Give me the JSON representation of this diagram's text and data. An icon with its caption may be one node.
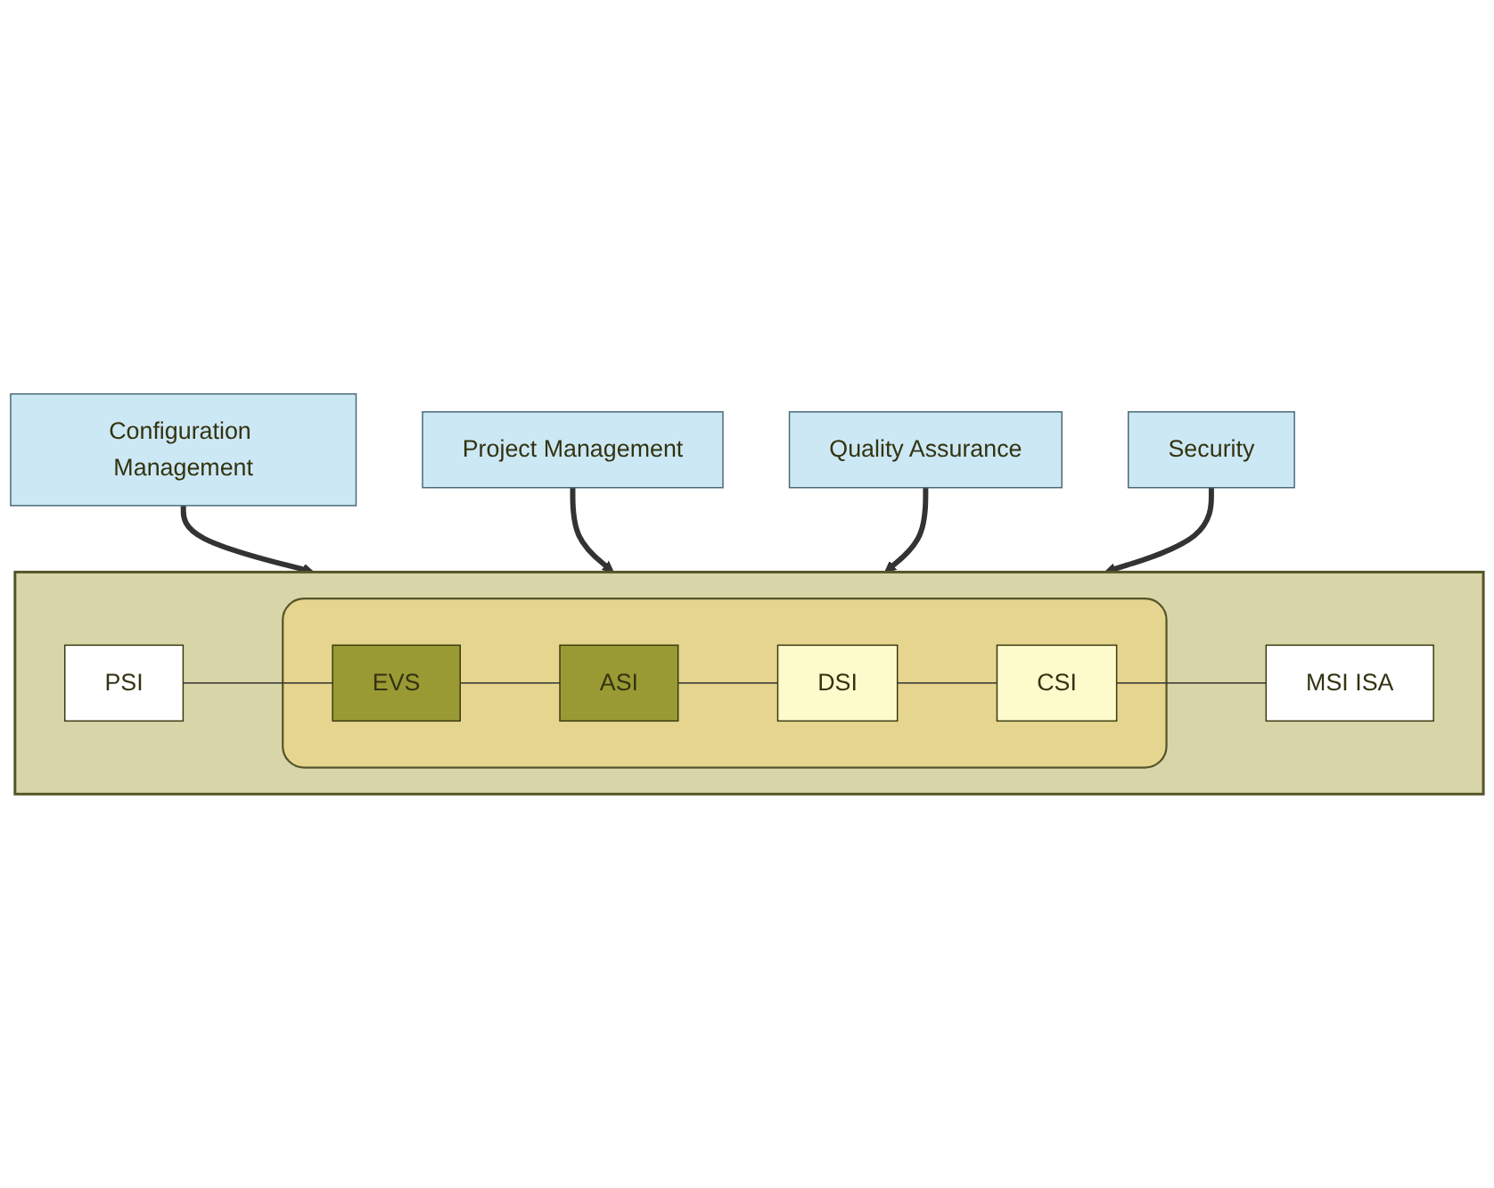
{
  "diagram": {
    "nodes": [
      {
        "text": [
          "Configuration Management"
        ]
      },
      {
        "text": [
          "Project Management"
        ]
      },
      {
        "text": [],
        "shape": "bar"
      },
      {
        "text": [
          "PSI"
        ],
        "in": 2
      },
      {
        "text": [
          "MSI ISA"
        ],
        "in": 2
      },
      {
        "text": [],
        "shape": "box",
        "in": 2
      },
      {
        "text": [
          "EVS"
        ],
        "in": 5
      },
      {
        "text": [
          "ASI"
        ],
        "in": 5
      },
      {
        "text": [
          "DSI"
        ],
        "in": 5
      },
      {
        "text": [
          "CSI"
        ],
        "in": 5
      },
      {
        "text": [
          "Quality Assurance"
        ]
      },
      {
        "text": [
          "Security"
        ]
      }
    ],
    "edges": [
      {
        "from": 0,
        "to": 2,
        "arrow": "to",
        "style": "thick"
      },
      {
        "from": 1,
        "to": 2,
        "arrow": "to",
        "style": "thick"
      },
      {
        "from": 3,
        "to": 6,
        "arrow": "none"
      },
      {
        "from": 6,
        "to": 7,
        "arrow": "none"
      },
      {
        "from": 7,
        "to": 8,
        "arrow": "none"
      },
      {
        "from": 8,
        "to": 9,
        "arrow": "none"
      },
      {
        "from": 9,
        "to": 4,
        "arrow": "none"
      },
      {
        "from": 10,
        "to": 2,
        "arrow": "to",
        "style": "thick"
      },
      {
        "from": 11,
        "to": 2,
        "arrow": "to",
        "style": "thick"
      }
    ]
  }
}
